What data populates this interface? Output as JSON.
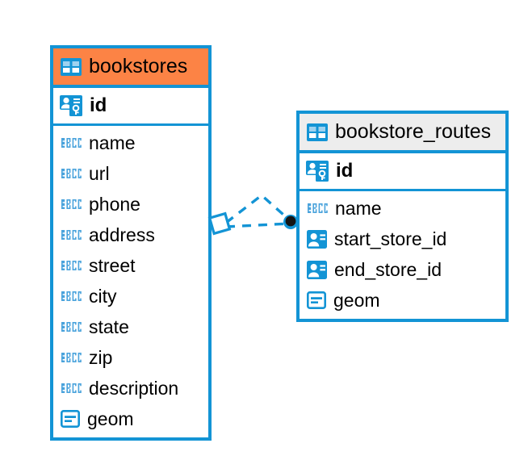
{
  "diagram": {
    "type": "entity-relationship-diagram",
    "background_color": "#ffffff",
    "accent_color": "#1394d5",
    "highlight_color": "#fc8345",
    "neutral_header_color": "#ededed"
  },
  "entities": [
    {
      "name": "bookstores",
      "header_style": "highlighted",
      "primary_key": {
        "label": "id",
        "icon": "key-person-icon",
        "type_hint": "primary-key"
      },
      "fields": [
        {
          "label": "name",
          "icon": "abc-icon",
          "type_hint": "text"
        },
        {
          "label": "url",
          "icon": "abc-icon",
          "type_hint": "text"
        },
        {
          "label": "phone",
          "icon": "abc-icon",
          "type_hint": "text"
        },
        {
          "label": "address",
          "icon": "abc-icon",
          "type_hint": "text"
        },
        {
          "label": "street",
          "icon": "abc-icon",
          "type_hint": "text"
        },
        {
          "label": "city",
          "icon": "abc-icon",
          "type_hint": "text"
        },
        {
          "label": "state",
          "icon": "abc-icon",
          "type_hint": "text"
        },
        {
          "label": "zip",
          "icon": "abc-icon",
          "type_hint": "text"
        },
        {
          "label": "description",
          "icon": "abc-icon",
          "type_hint": "text"
        },
        {
          "label": "geom",
          "icon": "blob-icon",
          "type_hint": "geometry"
        }
      ]
    },
    {
      "name": "bookstore_routes",
      "header_style": "neutral",
      "primary_key": {
        "label": "id",
        "icon": "key-person-icon",
        "type_hint": "primary-key"
      },
      "fields": [
        {
          "label": "name",
          "icon": "abc-icon",
          "type_hint": "text"
        },
        {
          "label": "start_store_id",
          "icon": "card-icon",
          "type_hint": "foreign-key"
        },
        {
          "label": "end_store_id",
          "icon": "card-icon",
          "type_hint": "foreign-key"
        },
        {
          "label": "geom",
          "icon": "blob-icon",
          "type_hint": "geometry"
        }
      ]
    }
  ],
  "relationship": {
    "from_entity": "bookstores",
    "to_entity": "bookstore_routes",
    "line_style": "dashed",
    "source_marker": "diamond-outline",
    "target_marker": "filled-circle",
    "branch_count": 2
  }
}
